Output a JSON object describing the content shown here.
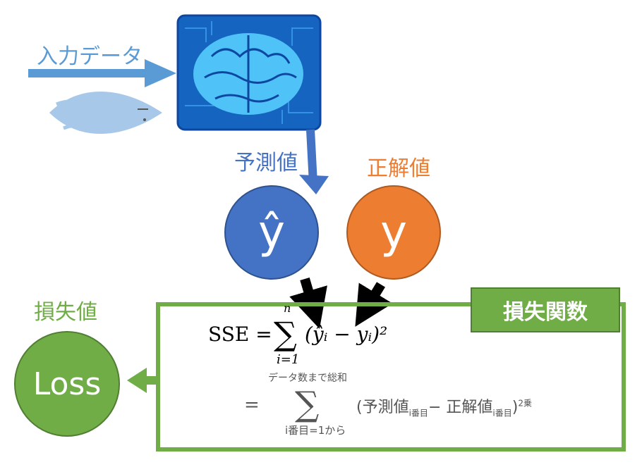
{
  "input_label": "入力データ",
  "predicted_label": "予測値",
  "truth_label": "正解値",
  "loss_value_label": "損失値",
  "loss_function_label": "損失関数",
  "predicted_symbol": "ŷ",
  "truth_symbol": "y",
  "loss_text": "Loss",
  "formula": {
    "lhs": "SSE =",
    "sum_upper": "n",
    "sum_lower": "i=1",
    "term": "(ŷᵢ − yᵢ)²",
    "eq2": "=",
    "sum2_upper": "データ数まで総和",
    "sum2_lower": "i番目=1から",
    "term2_open": "(予測値",
    "term2_sub1": "i番目",
    "term2_mid": "− 正解値",
    "term2_sub2": "i番目",
    "term2_close": ")",
    "term2_sup": "2乗"
  },
  "colors": {
    "input": "#5b9bd5",
    "predicted": "#4472c4",
    "truth": "#ed7d31",
    "loss": "#70ad47",
    "brain_bg": "#1565c0"
  }
}
